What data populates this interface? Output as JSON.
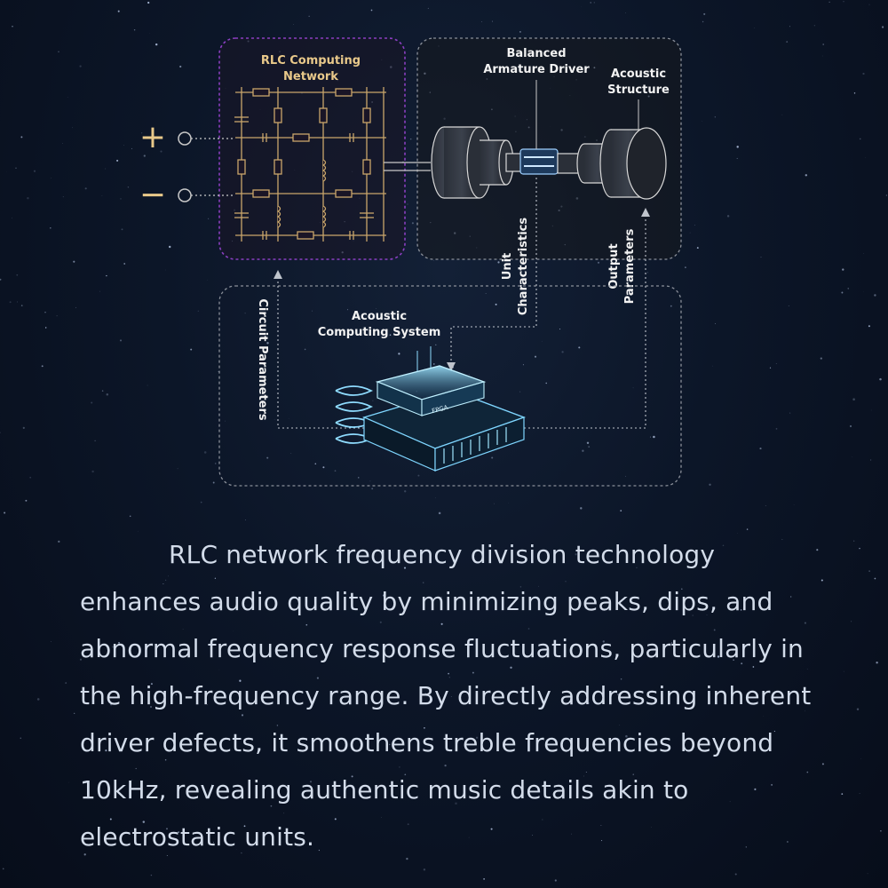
{
  "diagram": {
    "labels": {
      "rlc_network": [
        "RLC Computing",
        "Network"
      ],
      "ba_driver": [
        "Balanced",
        "Armature Driver"
      ],
      "acoustic_structure": [
        "Acoustic",
        "Structure"
      ],
      "unit_characteristics": [
        "Unit",
        "Characteristics"
      ],
      "output_parameters": [
        "Output",
        "Parameters"
      ],
      "acoustic_computing_system": [
        "Acoustic",
        "Computing System"
      ],
      "circuit_parameters": "Circuit Parameters",
      "plus": "+",
      "minus": "−",
      "chip": "FPGA"
    },
    "colors": {
      "gold": "#e9c98a",
      "purple": "#8a3fc0",
      "dashed": "#8a8f99",
      "cyan": "#7fd6ff"
    }
  },
  "description": "RLC network frequency division technology enhances audio quality by minimizing peaks, dips, and abnormal frequency response fluctuations, particularly in the high-frequency range. By directly addressing inherent driver defects, it smoothens treble frequencies beyond 10kHz, revealing authentic music details akin to electrostatic units."
}
